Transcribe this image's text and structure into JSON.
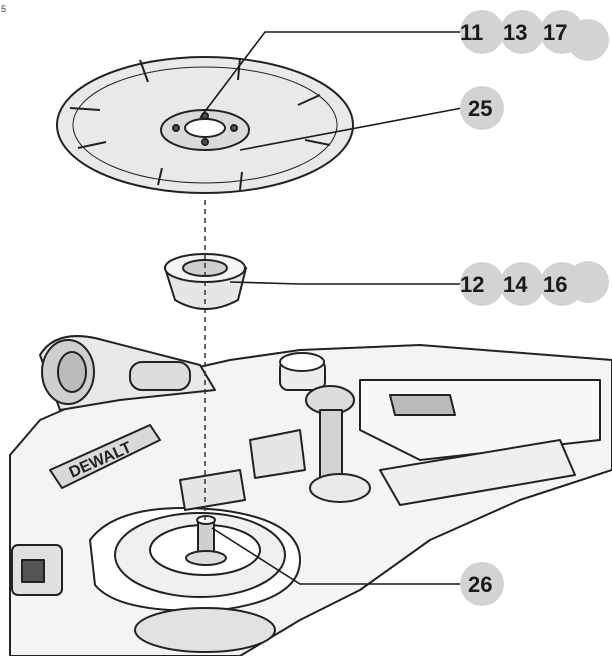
{
  "corner_mark": "5",
  "callouts": [
    {
      "id": "blade",
      "numbers": [
        "11",
        "13",
        "17"
      ]
    },
    {
      "id": "blade-side",
      "numbers": [
        "25"
      ]
    },
    {
      "id": "flange",
      "numbers": [
        "12",
        "14",
        "16"
      ]
    },
    {
      "id": "spindle",
      "numbers": [
        "26"
      ]
    }
  ],
  "tool_brand": "DEWALT",
  "colors": {
    "badge": "#d3d3d3",
    "line": "#1a1a1a",
    "ink": "#222222"
  }
}
